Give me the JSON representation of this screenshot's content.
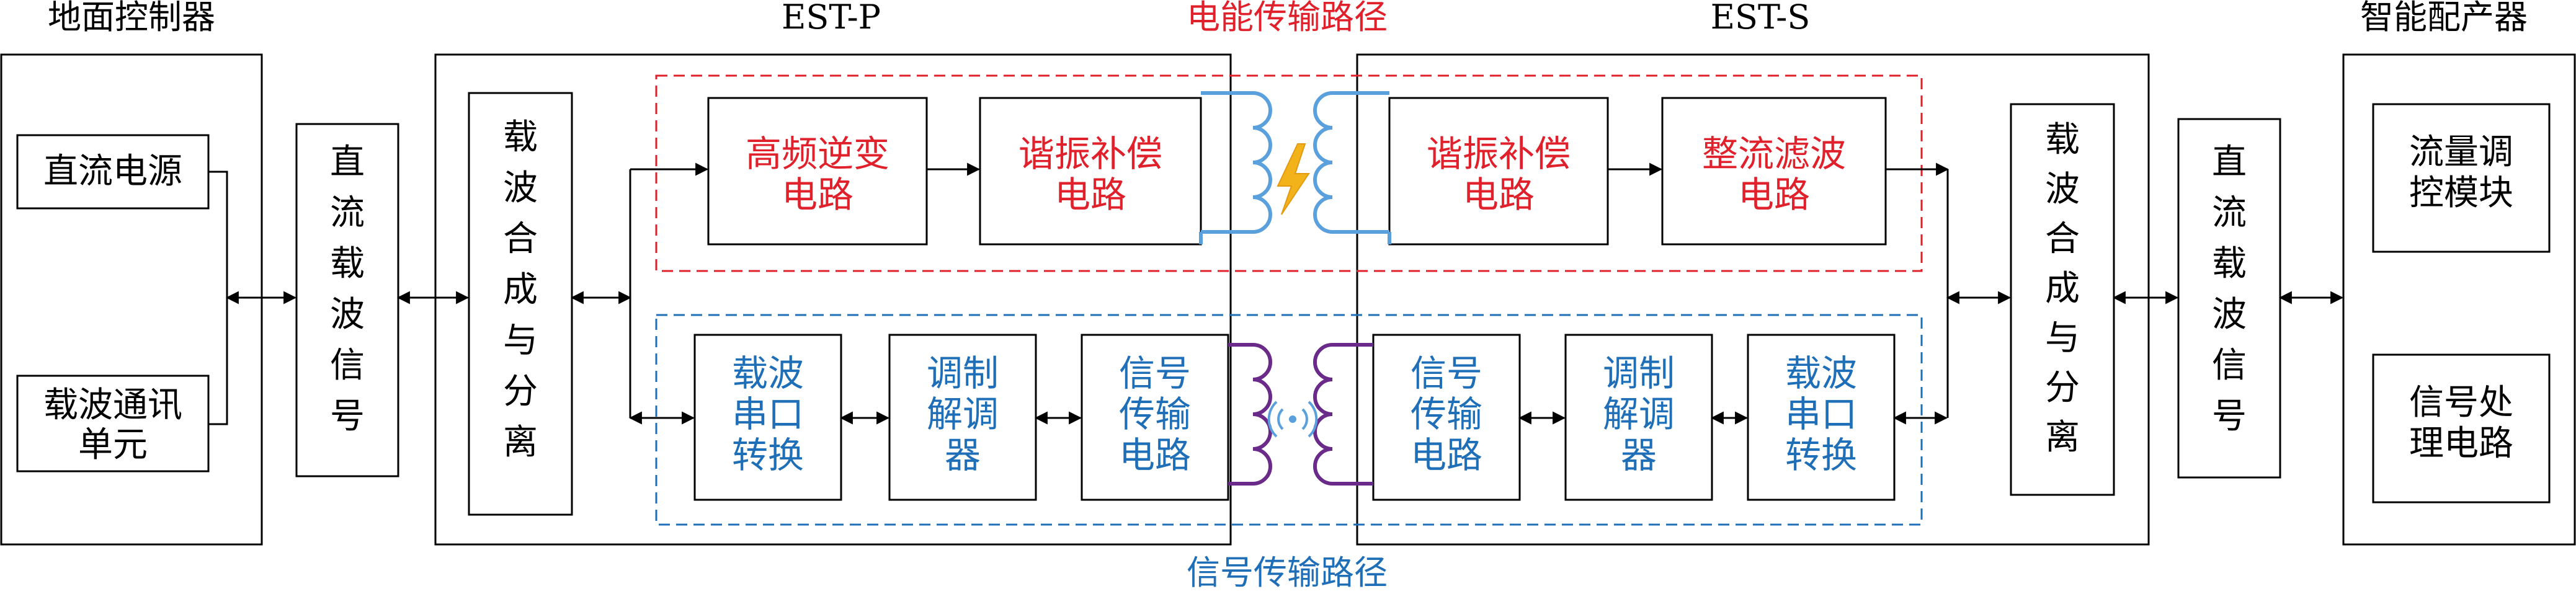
{
  "colors": {
    "black": "#000000",
    "red": "#e0202a",
    "blue": "#1f6fb8",
    "coil_blue": "#5aa0dc",
    "coil_purple": "#6a2a8a",
    "bolt": "#f2b21a"
  },
  "titles": {
    "ground": "地面控制器",
    "est_p": "EST-P",
    "est_s": "EST-S",
    "smart": "智能配产器",
    "power_path": "电能传输路径",
    "signal_path": "信号传输路径"
  },
  "blocks": {
    "dc_source": [
      "直流电源"
    ],
    "carrier_comm": [
      "载波通讯",
      "单元"
    ],
    "dc_carrier_left": [
      "直",
      "流",
      "载",
      "波",
      "信",
      "号"
    ],
    "synth_left": [
      "载",
      "波",
      "合",
      "成",
      "与",
      "分",
      "离"
    ],
    "hf_inverter": [
      "高频逆变",
      "电路"
    ],
    "resonance_p": [
      "谐振补偿",
      "电路"
    ],
    "carrier_serial_p": [
      "载波",
      "串口",
      "转换"
    ],
    "modem_p": [
      "调制",
      "解调",
      "器"
    ],
    "signal_circuit_p": [
      "信号",
      "传输",
      "电路"
    ],
    "resonance_s": [
      "谐振补偿",
      "电路"
    ],
    "rectifier": [
      "整流滤波",
      "电路"
    ],
    "signal_circuit_s": [
      "信号",
      "传输",
      "电路"
    ],
    "modem_s": [
      "调制",
      "解调",
      "器"
    ],
    "carrier_serial_s": [
      "载波",
      "串口",
      "转换"
    ],
    "synth_right": [
      "载",
      "波",
      "合",
      "成",
      "与",
      "分",
      "离"
    ],
    "dc_carrier_right": [
      "直",
      "流",
      "载",
      "波",
      "信",
      "号"
    ],
    "flow_module": [
      "流量调",
      "控模块"
    ],
    "signal_proc": [
      "信号处",
      "理电路"
    ]
  },
  "icons": {
    "lightning": "lightning-bolt-icon",
    "wireless": "wireless-signal-icon"
  }
}
